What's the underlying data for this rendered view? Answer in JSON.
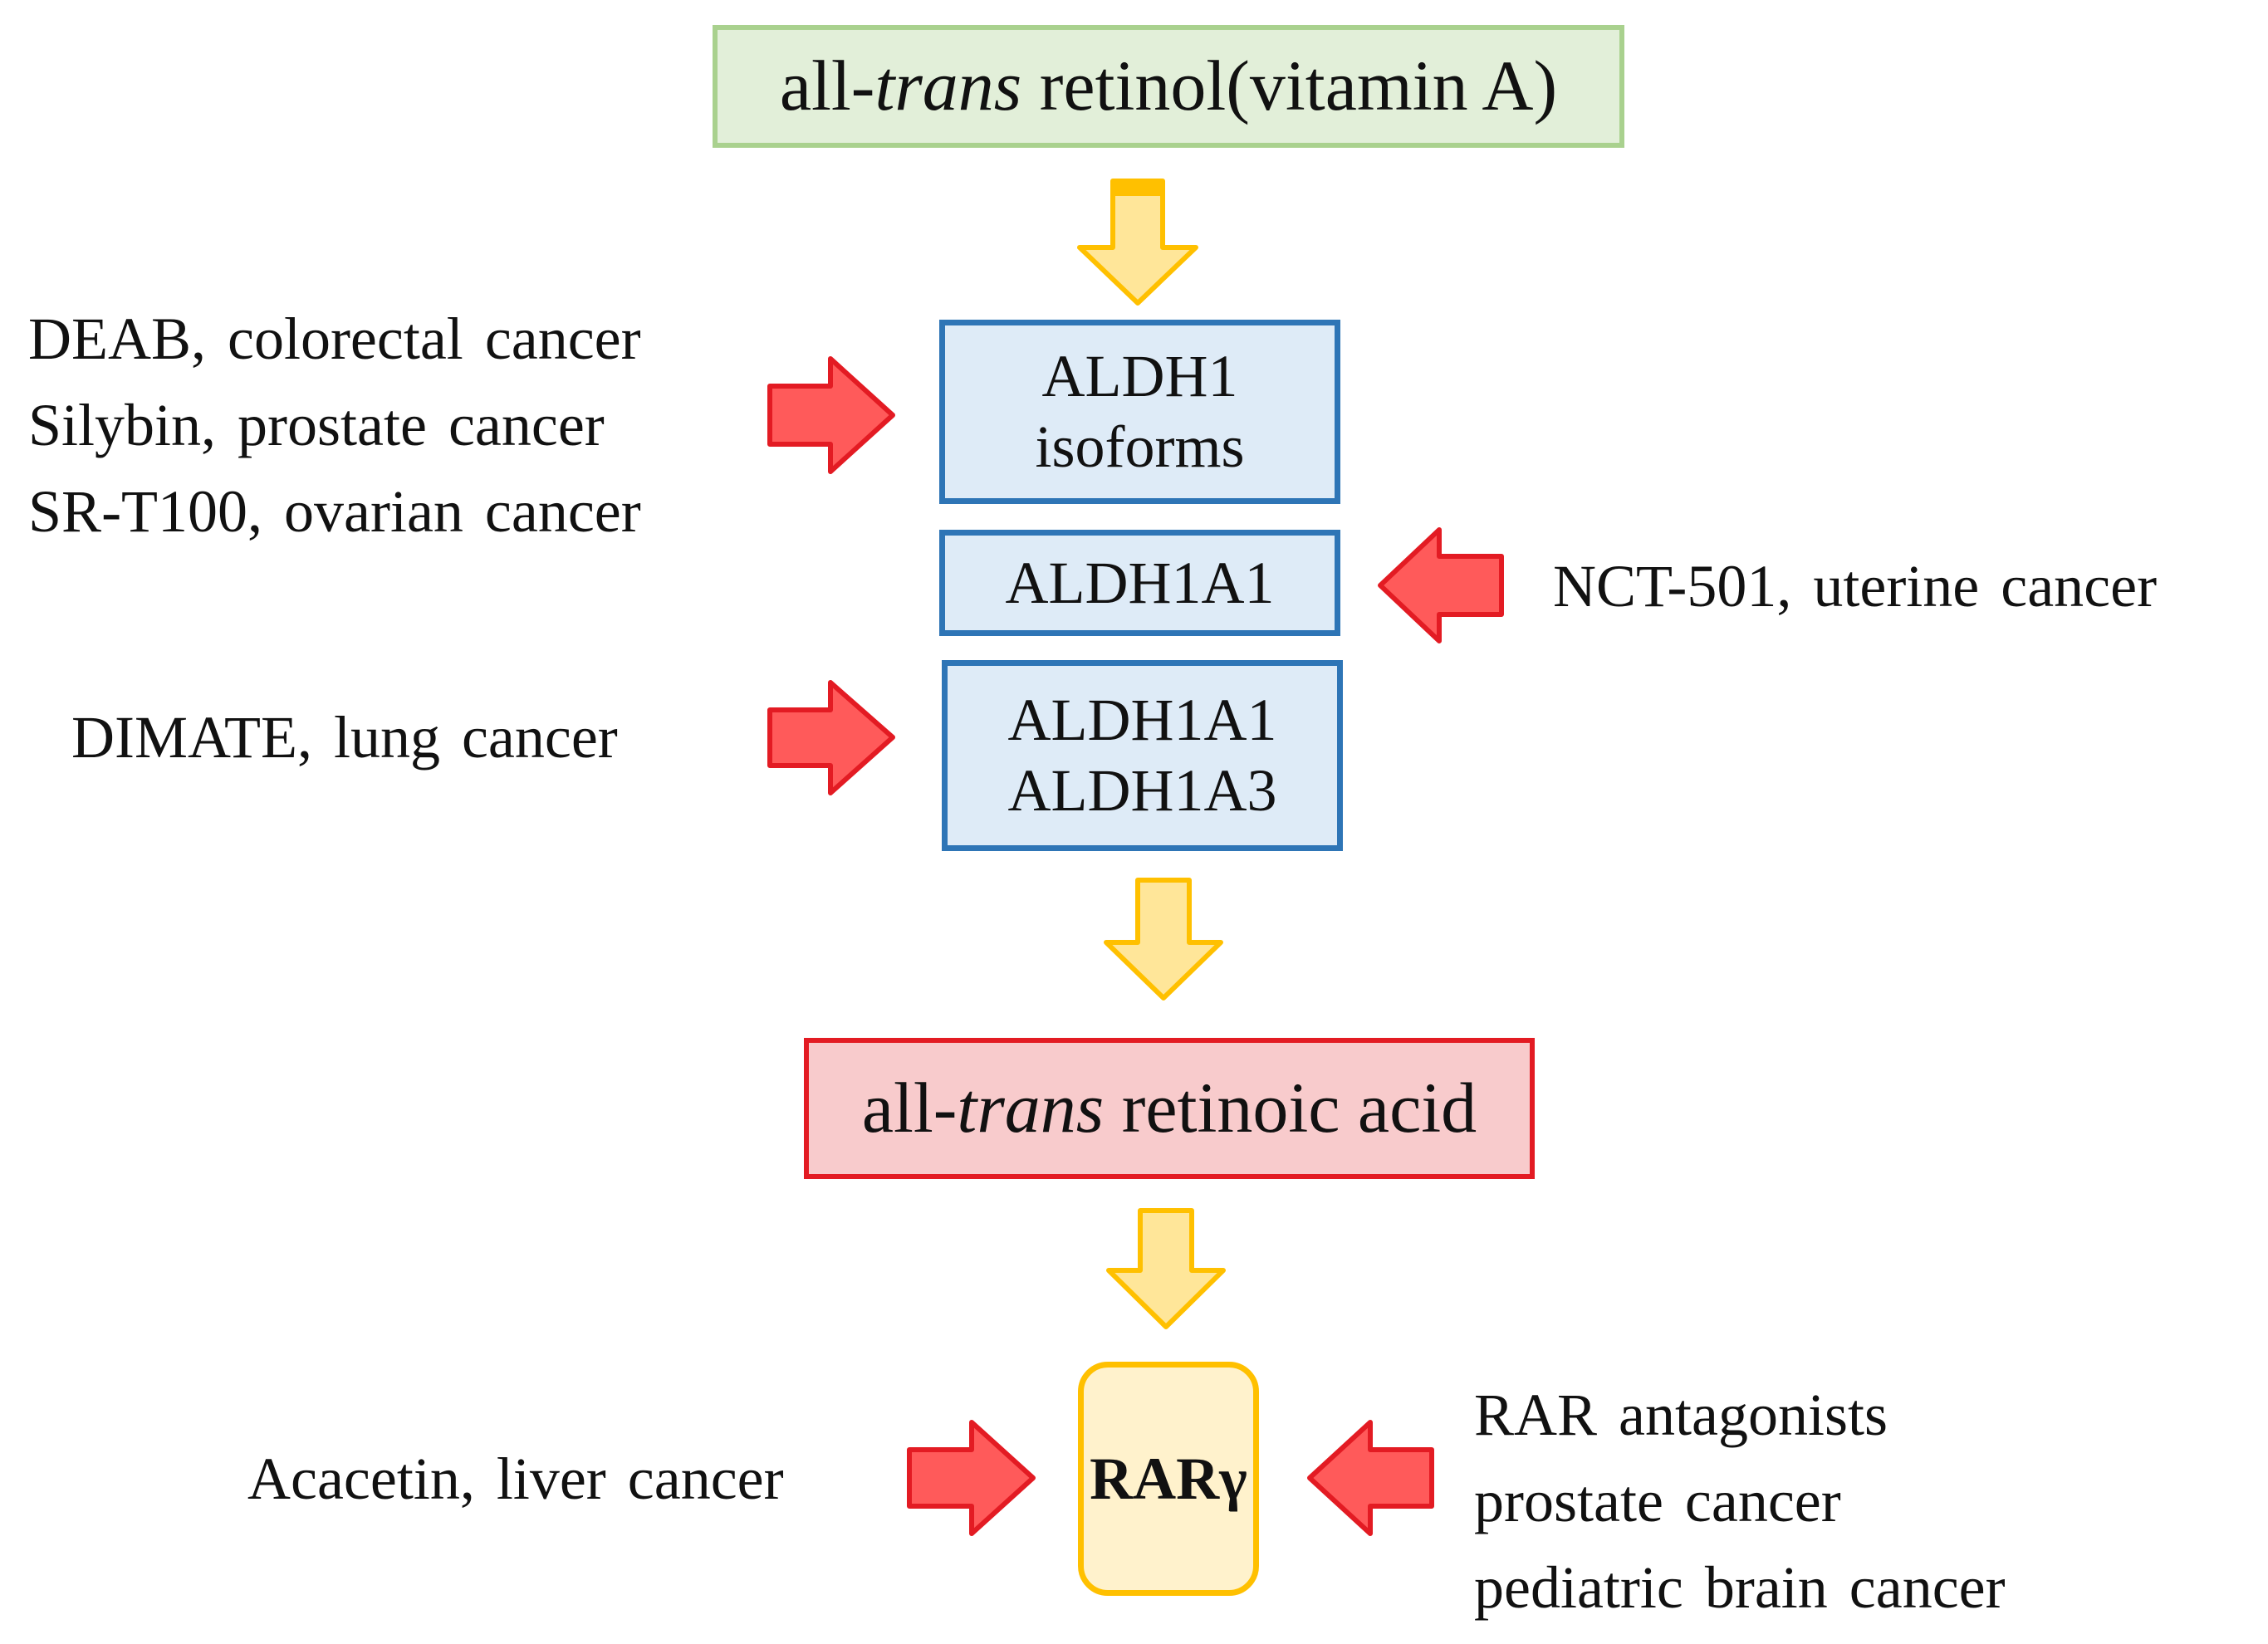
{
  "top_box": {
    "prefix": "all-",
    "italic": "trans",
    "suffix": " retinol(vitamin A)"
  },
  "enzymes": {
    "aldh1_isoforms": [
      "ALDH1",
      "isoforms"
    ],
    "aldh1a1": "ALDH1A1",
    "aldh1a1_a3": [
      "ALDH1A1",
      "ALDH1A3"
    ]
  },
  "product_box": {
    "prefix": "all-",
    "italic": "trans",
    "suffix": " retinoic acid"
  },
  "receptor": "RARγ",
  "inhibitors": {
    "isoforms": [
      "DEAB, colorectal cancer",
      "Silybin, prostate cancer",
      "SR-T100, ovarian cancer"
    ],
    "aldh1a1": "NCT-501, uterine cancer",
    "aldh1a1_a3": "DIMATE, lung cancer",
    "rar_left": "Acacetin, liver cancer",
    "rar_right": [
      "RAR antagonists",
      "prostate cancer",
      "pediatric brain cancer"
    ]
  },
  "colors": {
    "flow_arrow_fill": "#ffe699",
    "flow_arrow_stroke": "#ffc000",
    "inhibit_arrow_fill": "#ff5a5a",
    "inhibit_arrow_stroke": "#e31b23",
    "enzyme_border": "#2e75b6",
    "enzyme_fill": "#deebf7",
    "substrate_fill": "#e2efd9",
    "substrate_border": "#a9d18e",
    "product_fill": "#f8cbcc",
    "product_border": "#e31b23",
    "receptor_fill": "#fff2cc",
    "receptor_border": "#ffc000"
  }
}
